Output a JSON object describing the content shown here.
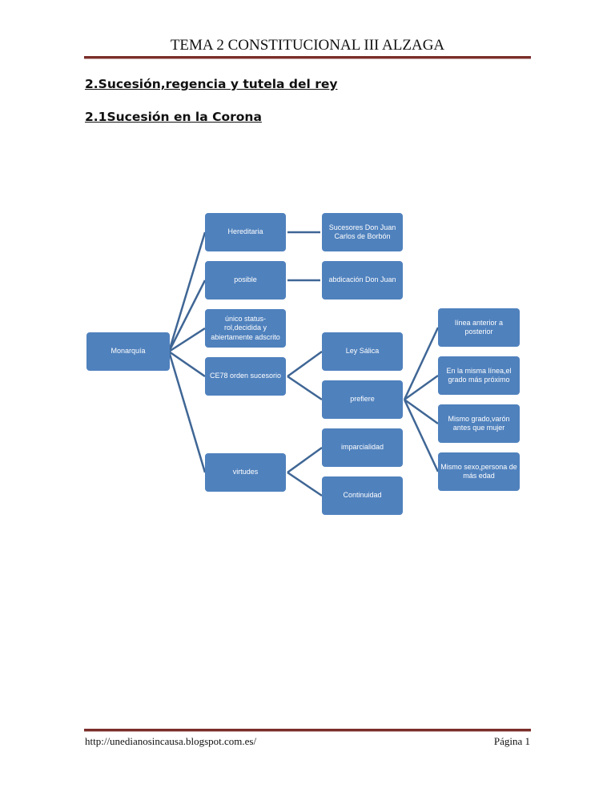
{
  "header": {
    "title": "TEMA 2 CONSTITUCIONAL III ALZAGA"
  },
  "headings": {
    "h1": "2.Sucesión,regencia y tutela del rey",
    "h2": "2.1Sucesión en la Corona"
  },
  "diagram": {
    "root": "Monarquía",
    "level1": [
      "Hereditaria",
      "posible",
      "único status-rol,decidida y abiertamente adscrito",
      "CE78 orden sucesorio",
      "virtudes"
    ],
    "level2": [
      "Sucesores Don Juan Carlos de Borbón",
      "abdicación Don Juan",
      "Ley Sálica",
      "prefiere",
      "imparcialidad",
      "Continuidad"
    ],
    "level3": [
      "línea anterior a posterior",
      "En la misma línea,el grado más próximo",
      "Mismo grado,varón antes que mujer",
      "Mismo sexo,persona de más edad"
    ],
    "box_color": "#4f81bd",
    "line_color": "#3f6695"
  },
  "footer": {
    "url": "http://unedianosincausa.blogspot.com.es/",
    "page": "Página 1"
  }
}
